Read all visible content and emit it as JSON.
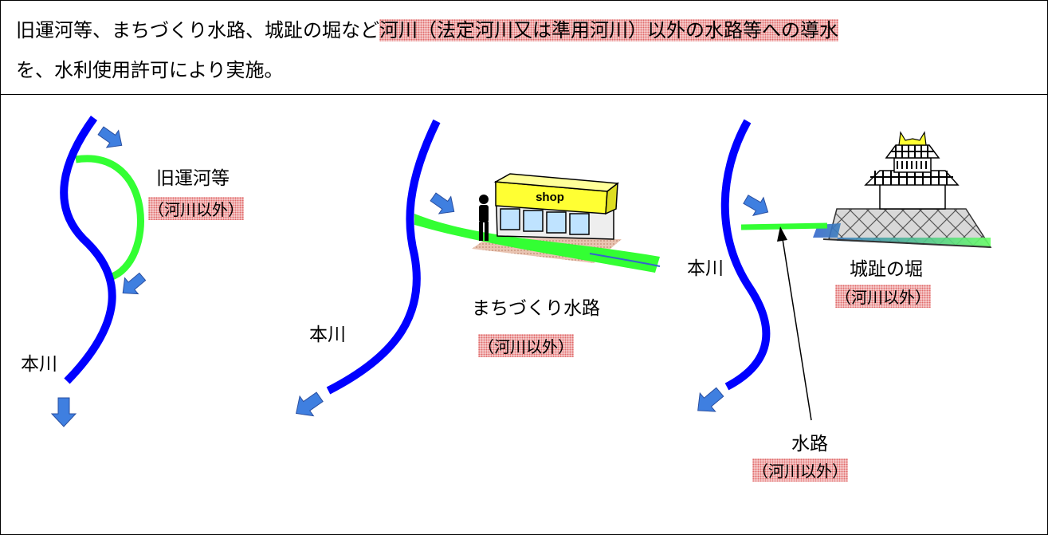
{
  "intro": {
    "line1_plain": "旧運河等、まちづくり水路、城趾の堀など",
    "line1_highlight": "河川（法定河川又は準用河川）以外の水路等への導水",
    "line2": "を、水利使用許可により実施。"
  },
  "panels": [
    {
      "title": "旧運河等",
      "note": "（河川以外）",
      "river_label": "本川"
    },
    {
      "title": "まちづくり水路",
      "note": "（河川以外）",
      "river_label": "本川",
      "shop_sign": "shop"
    },
    {
      "title": "城趾の堀",
      "note": "（河川以外）",
      "river_label": "本川",
      "channel_title": "水路",
      "channel_note": "（河川以外）"
    }
  ],
  "colors": {
    "river": "#0000ff",
    "channel": "#33ff33",
    "arrow": "#3f7fe0",
    "highlight": "#f7d2d2",
    "shop_sign": "#ffff33",
    "shop_window": "#bfe3ff"
  }
}
